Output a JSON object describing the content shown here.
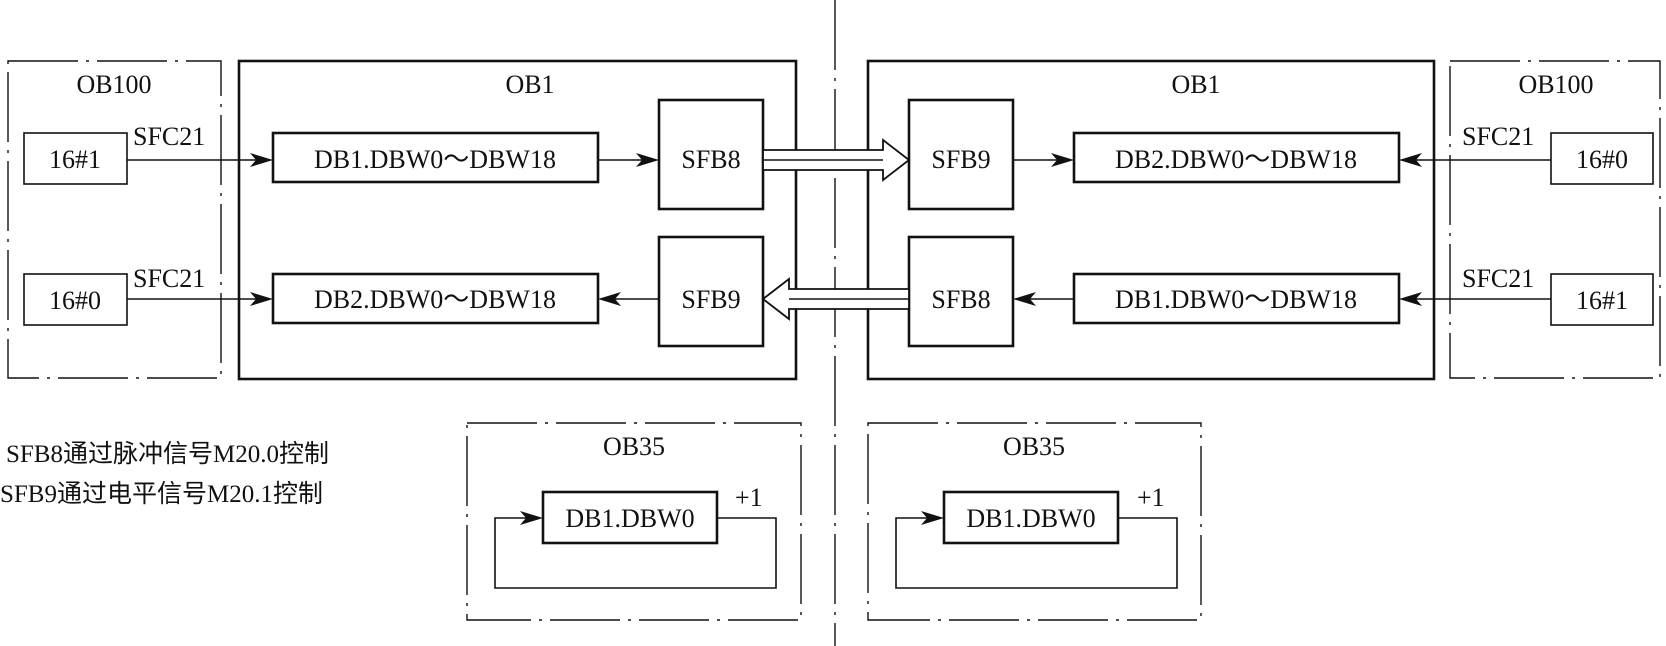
{
  "colors": {
    "ink": "#111111",
    "background": "#ffffff"
  },
  "left_station": {
    "ob100": {
      "title": "OB100",
      "rows": [
        {
          "value": "16#1",
          "call": "SFC21"
        },
        {
          "value": "16#0",
          "call": "SFC21"
        }
      ]
    },
    "ob1": {
      "title": "OB1",
      "send_data": "DB1.DBW0～DBW18",
      "recv_data": "DB2.DBW0～DBW18",
      "send_block": "SFB8",
      "recv_block": "SFB9"
    },
    "ob35": {
      "title": "OB35",
      "counter": "DB1.DBW0",
      "increment": "+1"
    }
  },
  "right_station": {
    "ob100": {
      "title": "OB100",
      "rows": [
        {
          "value": "16#0",
          "call": "SFC21"
        },
        {
          "value": "16#1",
          "call": "SFC21"
        }
      ]
    },
    "ob1": {
      "title": "OB1",
      "recv_data": "DB2.DBW0～DBW18",
      "send_data": "DB1.DBW0～DBW18",
      "recv_block": "SFB9",
      "send_block": "SFB8"
    },
    "ob35": {
      "title": "OB35",
      "counter": "DB1.DBW0",
      "increment": "+1"
    }
  },
  "notes": [
    "SFB8通过脉冲信号M20.0控制",
    "SFB9通过电平信号M20.1控制"
  ]
}
